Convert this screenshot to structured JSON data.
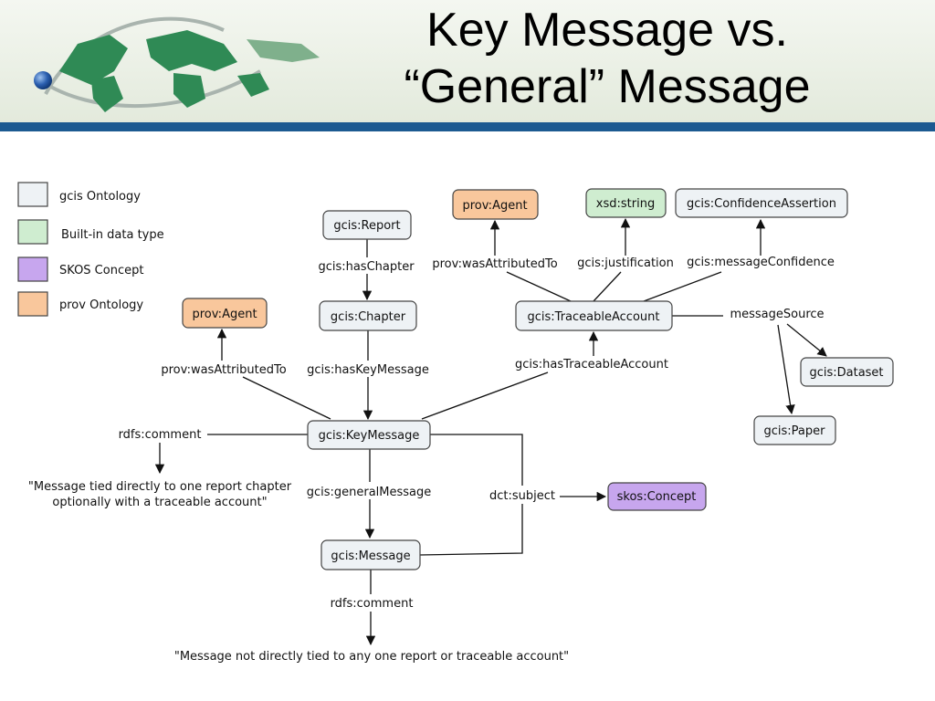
{
  "title": {
    "line1": "Key Message vs.",
    "line2": "“General” Message"
  },
  "header": {
    "logo_icon": "globe-map-logo-icon",
    "accent_color": "#1c5a91"
  },
  "legend": [
    {
      "label": "gcis Ontology",
      "color": "#eef2f5"
    },
    {
      "label": "Built-in data type",
      "color": "#cfedd0"
    },
    {
      "label": "SKOS Concept",
      "color": "#c7a6ee"
    },
    {
      "label": "prov Ontology",
      "color": "#f9c79c"
    }
  ],
  "nodes": {
    "report": "gcis:Report",
    "chapter": "gcis:Chapter",
    "key_message": "gcis:KeyMessage",
    "message": "gcis:Message",
    "agent_left": "prov:Agent",
    "agent_top": "prov:Agent",
    "xsd_string": "xsd:string",
    "confidence": "gcis:ConfidenceAssertion",
    "traceable": "gcis:TraceableAccount",
    "dataset": "gcis:Dataset",
    "paper": "gcis:Paper",
    "skos_concept": "skos:Concept"
  },
  "edges": {
    "has_chapter": "gcis:hasChapter",
    "has_key_message": "gcis:hasKeyMessage",
    "was_attributed_to_left": "prov:wasAttributedTo",
    "was_attributed_to_top": "prov:wasAttributedTo",
    "justification": "gcis:justification",
    "message_confidence": "gcis:messageConfidence",
    "has_traceable_account": "gcis:hasTraceableAccount",
    "message_source": "messageSource",
    "rdfs_comment_key": "rdfs:comment",
    "general_message": "gcis:generalMessage",
    "dct_subject": "dct:subject",
    "rdfs_comment_msg": "rdfs:comment"
  },
  "comments": {
    "key_line1": "\"Message tied directly to one report chapter",
    "key_line2": "optionally with a traceable account\"",
    "general": "\"Message not directly tied to any one report or traceable account\""
  }
}
